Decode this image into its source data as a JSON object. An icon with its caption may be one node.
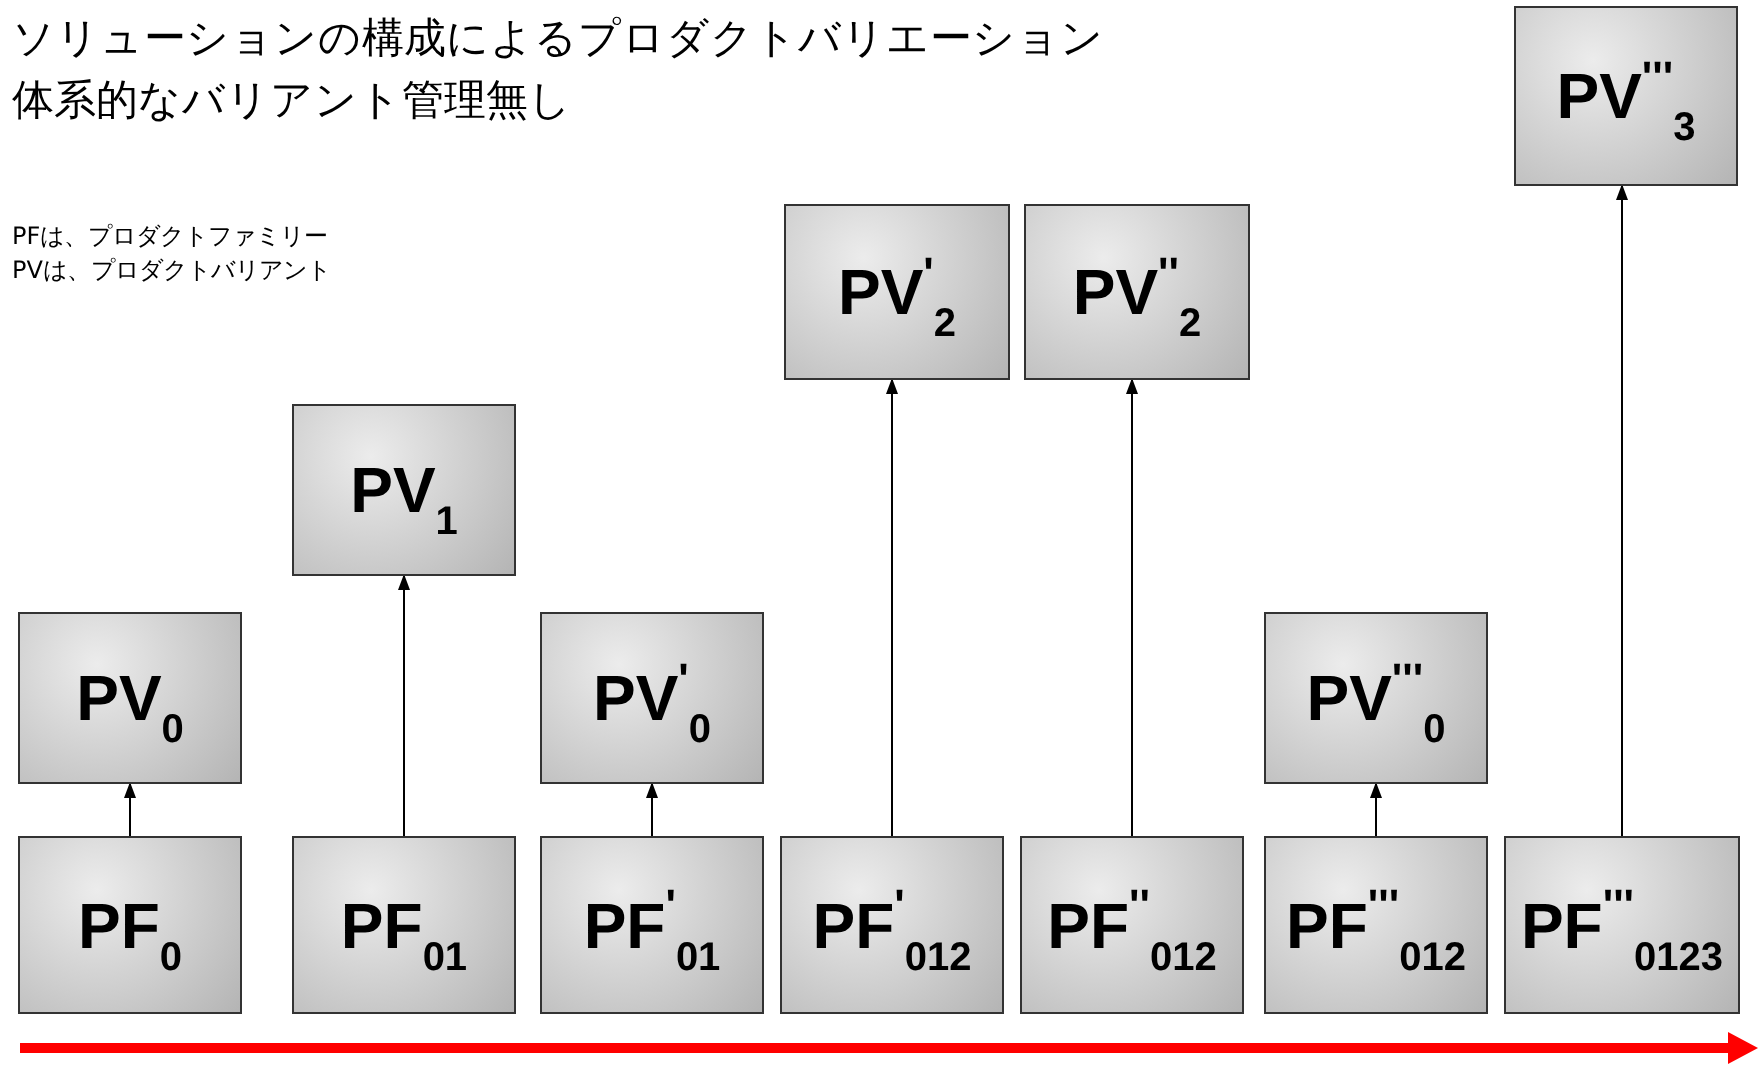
{
  "diagram": {
    "title": "ソリューションの構成によるプロダクトバリエーション",
    "nodes": [
      {
        "text": [
          "PV$^{'''}$$_{3}$"
        ]
      },
      {
        "text": [
          "PV$^{'}$$_{2}$"
        ]
      },
      {
        "text": [
          "PV$^{''}$$_{2}$"
        ]
      },
      {
        "text": [
          "PV$_{1}$"
        ]
      },
      {
        "text": [
          "PV$_{0}$"
        ]
      },
      {
        "text": [
          "PV$^{'}$$_{0}$"
        ]
      },
      {
        "text": [
          "PV$^{'''}$$_{0}$"
        ]
      },
      {
        "text": [
          "PF$_{0}$"
        ]
      },
      {
        "text": [
          "PF$_{01}$"
        ]
      },
      {
        "text": [
          "PF$^{'}$$_{01}$"
        ]
      },
      {
        "text": [
          "PF$^{'}$$_{012}$"
        ]
      },
      {
        "text": [
          "PF$^{''}$$_{012}$"
        ]
      },
      {
        "text": [
          "PF$^{'''}$$_{012}$"
        ]
      },
      {
        "text": [
          "PF$^{'''}$$_{0123}$"
        ]
      }
    ],
    "edges": [
      {
        "from": 7,
        "to": 4,
        "arrow": "to"
      },
      {
        "from": 8,
        "to": 3,
        "arrow": "to"
      },
      {
        "from": 9,
        "to": 5,
        "arrow": "to"
      },
      {
        "from": 10,
        "to": 1,
        "arrow": "to"
      },
      {
        "from": 11,
        "to": 2,
        "arrow": "to"
      },
      {
        "from": 12,
        "to": 6,
        "arrow": "to"
      },
      {
        "from": 13,
        "to": 0,
        "arrow": "to"
      }
    ],
    "labels": [
      "体系的なバリアント管理無し",
      "PFは、プロダクトファミリー",
      "PVは、プロダクトバリアント"
    ]
  }
}
